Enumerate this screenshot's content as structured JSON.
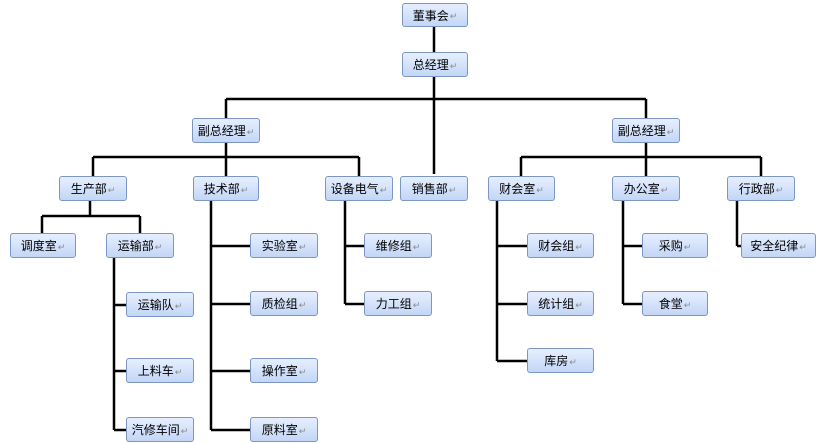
{
  "org_chart": {
    "nodes": {
      "board": "董事会",
      "gm": "总经理",
      "vp_left": "副总经理",
      "vp_right": "副总经理",
      "production": "生产部",
      "tech": "技术部",
      "equipment": "设备电气",
      "sales": "销售部",
      "finance": "财会室",
      "office": "办公室",
      "admin": "行政部",
      "dispatch": "调度室",
      "transport": "运输部",
      "lab": "实验室",
      "qc": "质检组",
      "operation": "操作室",
      "raw": "原料室",
      "repair": "维修组",
      "labor": "力工组",
      "accounting": "财会组",
      "statistics": "统计组",
      "warehouse": "库房",
      "purchasing": "采购",
      "canteen": "食堂",
      "discipline": "安全纪律",
      "convoy": "运输队",
      "loading": "上料车",
      "garage": "汽修车间"
    },
    "paragraph_mark": "↵"
  }
}
